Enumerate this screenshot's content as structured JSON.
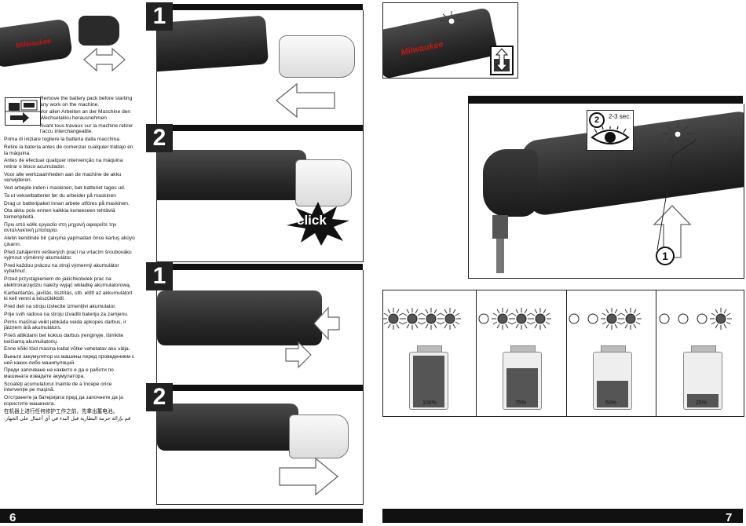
{
  "pages": {
    "left": "6",
    "right": "7"
  },
  "steps": {
    "one": "1",
    "two": "2"
  },
  "click_label": "click",
  "timing_label": "2-3 sec.",
  "brand": "Milwaukee",
  "warnings": [
    "Remove the battery pack before starting any work on the machine.",
    "Vor allen Arbeiten an der Maschine den Wechselakku herausnehmen",
    "Avant tous travaux sur la machine retirer l'accu interchangeable.",
    "Prima di iniziare togliere la batteria dalla macchina.",
    "Retire la batería antes de comenzar cualquier trabajo en la máquina.",
    "Antes de efectuar qualquer intervenção na máquina retirar o bloco acumulador.",
    "Voor alle werkzaamheden aan de machine de akku verwijderen.",
    "Ved arbejde inden i maskinen, bør batteriet tages ud.",
    "Ta ut vekselbatteriet før du arbeider på maskinen",
    "Drag ur batteripaket innan arbete utföres på maskinen.",
    "Ota akku pois ennen kaikkia koneeseen tehtäviä toimenpiteitä.",
    "Πριν από κάθε εργασία στη μηχανή αφαιρείτε την ανταλλακτική μπαταρία.",
    "Aletin kendinde bir çalışma yapmadan önce kartuş aküyü çıkarın.",
    "Před zahájením veškerých prací na vrtacím šroubováku vyjmout výměnný akumulátor.",
    "Pred každou prácou na stroji výmenný akumulátor vytiahnuť.",
    "Przed przystąpieniem do jakichkolwiek prac na elektronarzędziu należy wyjąć wkładkę akumulatorową.",
    "Karbantartás, javítás, tisztítás, stb. előtt az akkumulátort ki kell venni a készülékből.",
    "Pred deli na stroju izvlecite izmenljivi akumulator.",
    "Prije svih radova na stroju izvaditi bateriju za zamjenu.",
    "Pirms mašīnai veikt jebkāda veida apkopes darbus, ir jāizņem ārā akumulators.",
    "Prieš atlikdami bet kokius darbus įrenginyje, išimkite keičiamą akumuliatorių.",
    "Enne kõiki töid masina kallal võtke vahetatav aku välja.",
    "Выньте аккумулятор из машины перед проведением с ней каких-либо манипуляций.",
    "Преди започване на каквито е да е работи по машината извадете акумулатора.",
    "Scoateţi acumulatorul înainte de a începe orice intervenţie pe maşină.",
    "Отстранете ја батеријата пред да започнете да ја користите машината.",
    "在机器上进行任何修护工作之前，先拿出蓄电池。",
    "قم بإزالة حزمة البطارية قبل البدء في أي أعمال على الجهاز."
  ],
  "levels": [
    {
      "pct": "100%",
      "fill": 1.0,
      "lit": 4
    },
    {
      "pct": "75%",
      "fill": 0.75,
      "lit": 3
    },
    {
      "pct": "50%",
      "fill": 0.5,
      "lit": 2
    },
    {
      "pct": "25%",
      "fill": 0.25,
      "lit": 1
    }
  ],
  "colors": {
    "led": "#555555",
    "frame": "#111111",
    "tool_body": "#2e2e2e"
  }
}
